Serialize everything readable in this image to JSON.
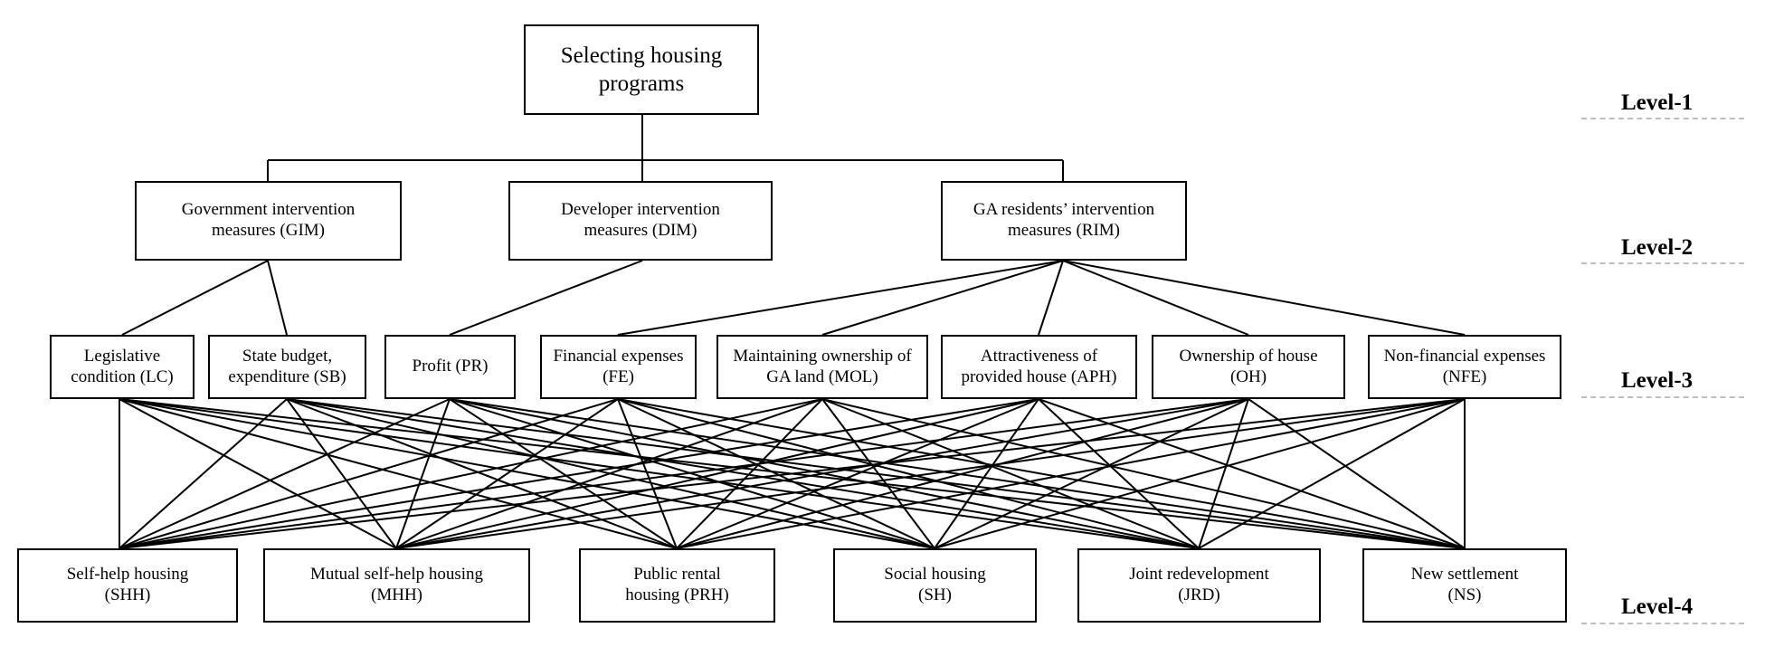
{
  "goal": {
    "line1": "Selecting housing",
    "line2": "programs"
  },
  "criteria": [
    {
      "line1": "Government intervention",
      "line2": "measures (GIM)"
    },
    {
      "line1": "Developer intervention",
      "line2": "measures (DIM)"
    },
    {
      "line1": "GA residents’ intervention",
      "line2": "measures (RIM)"
    }
  ],
  "subcriteria": [
    {
      "line1": "Legislative",
      "line2": "condition (LC)",
      "parent": 0
    },
    {
      "line1": "State budget,",
      "line2": "expenditure (SB)",
      "parent": 0
    },
    {
      "line1": "Profit (PR)",
      "line2": "",
      "parent": 1
    },
    {
      "line1": "Financial expenses",
      "line2": "(FE)",
      "parent": 2
    },
    {
      "line1": "Maintaining ownership of",
      "line2": "GA land (MOL)",
      "parent": 2
    },
    {
      "line1": "Attractiveness of",
      "line2": "provided house (APH)",
      "parent": 2
    },
    {
      "line1": "Ownership of house",
      "line2": "(OH)",
      "parent": 2
    },
    {
      "line1": "Non-financial expenses",
      "line2": "(NFE)",
      "parent": 2
    }
  ],
  "alternatives": [
    {
      "line1": "Self-help housing",
      "line2": "(SHH)"
    },
    {
      "line1": "Mutual self-help housing",
      "line2": "(MHH)"
    },
    {
      "line1": "Public rental",
      "line2": "housing (PRH)"
    },
    {
      "line1": "Social housing",
      "line2": "(SH)"
    },
    {
      "line1": "Joint redevelopment",
      "line2": "(JRD)"
    },
    {
      "line1": "New settlement",
      "line2": "(NS)"
    }
  ],
  "levels": [
    "Level-1",
    "Level-2",
    "Level-3",
    "Level-4"
  ],
  "colors": {
    "line": "#000000",
    "dash": "#bdbdbd"
  }
}
